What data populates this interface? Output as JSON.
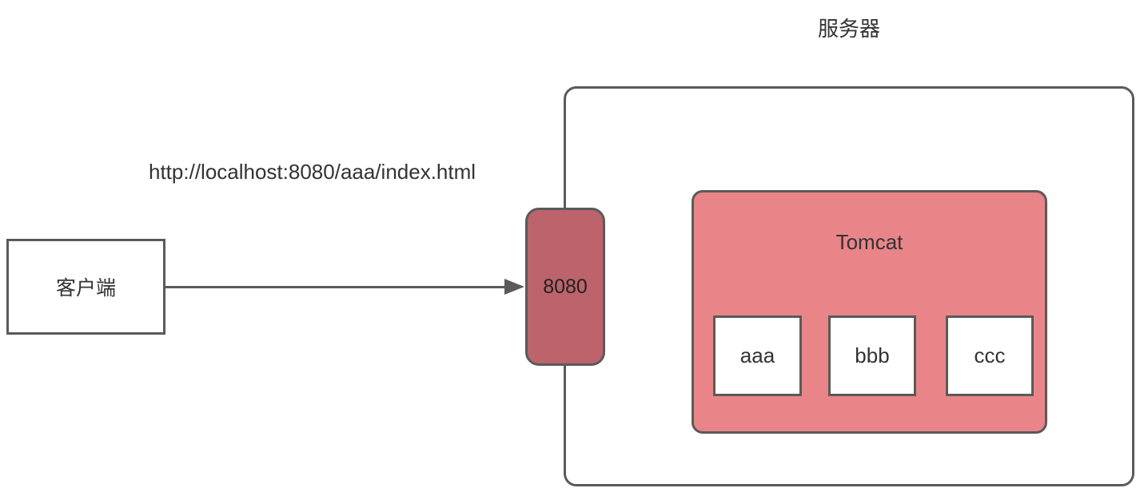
{
  "diagram": {
    "title": "服务器",
    "client": {
      "label": "客户端"
    },
    "request": {
      "url": "http://localhost:8080/aaa/index.html"
    },
    "port": {
      "label": "8080"
    },
    "tomcat": {
      "label": "Tomcat",
      "webapps": [
        "aaa",
        "bbb",
        "ccc"
      ]
    },
    "colors": {
      "border_color": "#5a5a5a",
      "port_fill": "#bc636b",
      "tomcat_fill": "#e98588",
      "text_color": "#333333"
    }
  }
}
